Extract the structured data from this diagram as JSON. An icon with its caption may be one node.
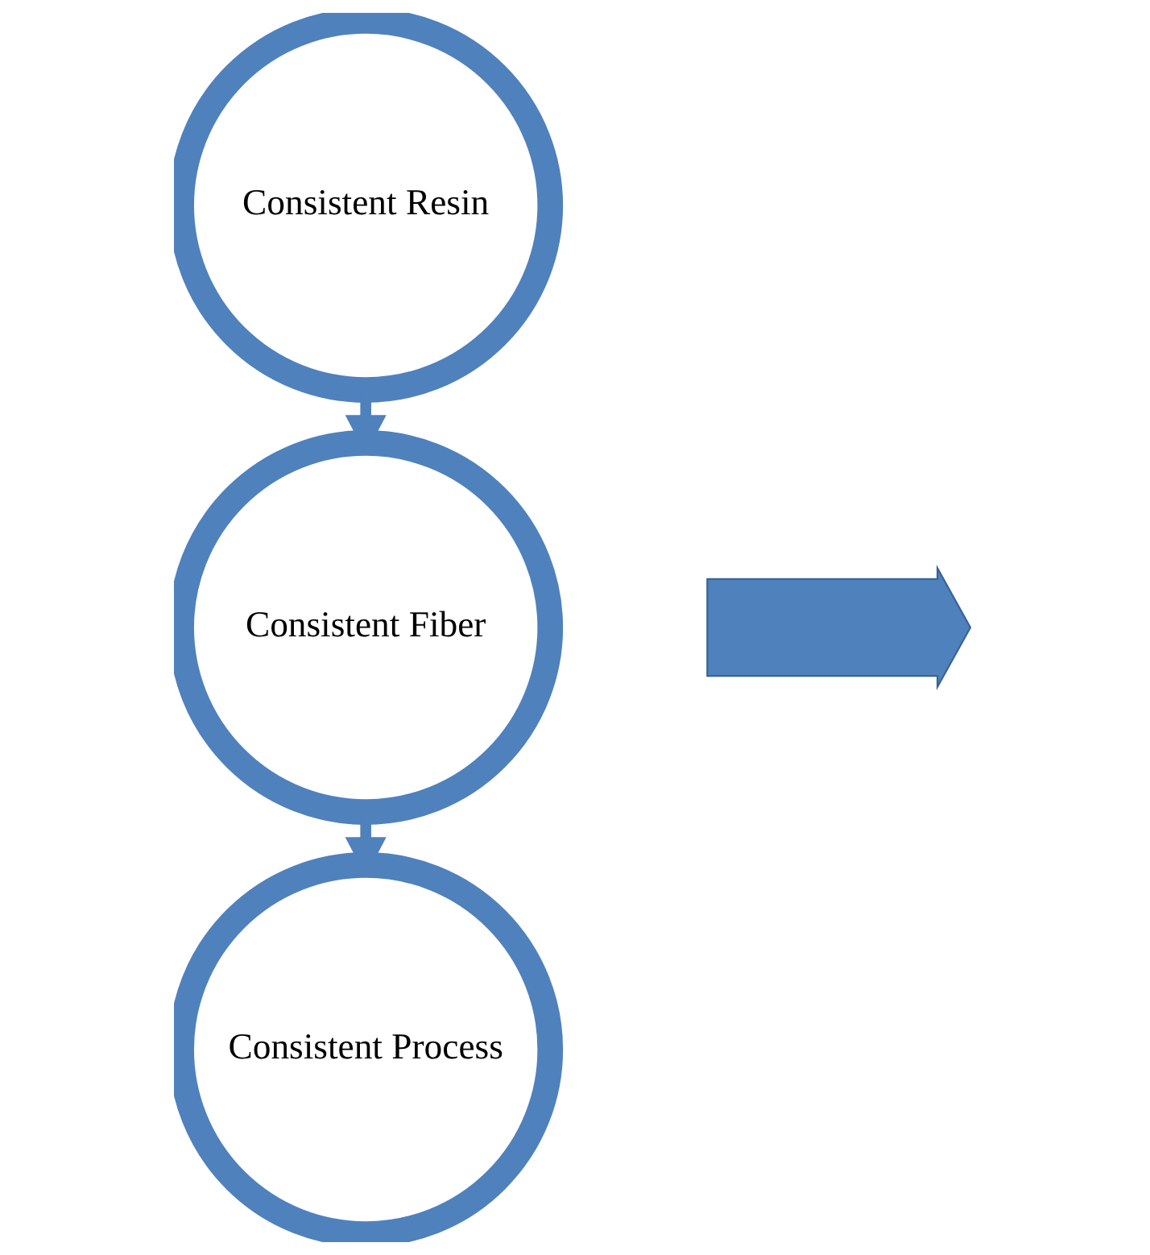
{
  "diagram": {
    "nodes": [
      {
        "text": [
          "Consistent Resin"
        ]
      },
      {
        "text": [
          "Consistent Fiber"
        ]
      },
      {
        "text": [
          "Consistent Process"
        ]
      },
      {
        "text": [],
        "shape": "arrow"
      }
    ],
    "edges": [
      {
        "from": 0,
        "to": 1,
        "arrow": "to"
      },
      {
        "from": 1,
        "to": 2,
        "arrow": "to"
      }
    ]
  }
}
